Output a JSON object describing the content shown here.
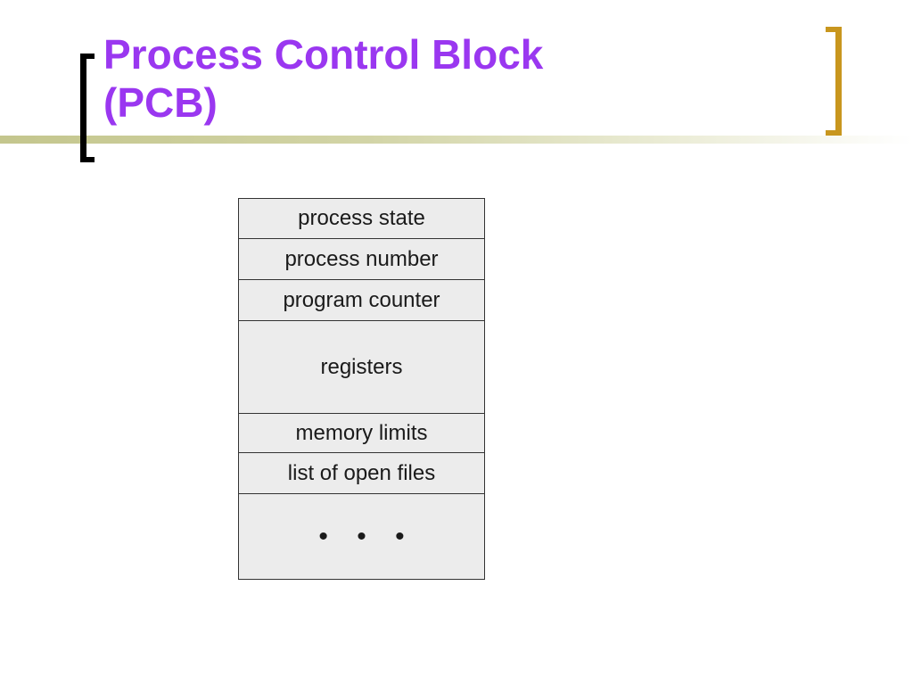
{
  "slide": {
    "title_line1": "Process Control Block",
    "title_line2": "(PCB)"
  },
  "pcb_fields": [
    "process state",
    "process number",
    "program counter",
    "registers",
    "memory limits",
    "list of open files",
    "• • •"
  ]
}
